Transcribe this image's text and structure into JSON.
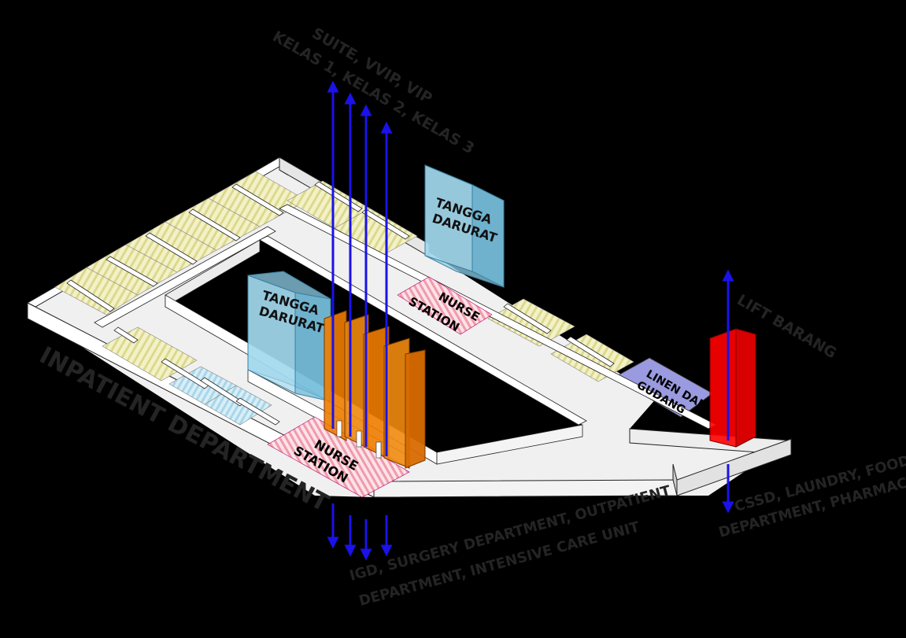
{
  "labels": {
    "department": "INPATIENT DEPARTMENT",
    "upper_floors_line1": "SUITE, VVIP, VIP",
    "upper_floors_line2": "KELAS 1, KELAS 2, KELAS 3",
    "lift": "LIFT BARANG",
    "lower_line1": "IGD, SURGERY DEPARTMENT, OUTPATIENT",
    "lower_line2": "DEPARTMENT, INTENSIVE CARE UNIT",
    "service_line1": "CSSD, LAUNDRY,  FOOD",
    "service_line2": "DEPARTMENT, PHARMACY",
    "stair_north_line1": "TANGGA",
    "stair_north_line2": "DARURAT",
    "stair_south_line1": "TANGGA",
    "stair_south_line2": "DARURAT",
    "nurse_north_line1": "NURSE",
    "nurse_north_line2": "STATION",
    "nurse_south_line1": "NURSE",
    "nurse_south_line2": "STATION",
    "linen_line1": "LINEN DAN",
    "linen_line2": "GUDANG"
  },
  "colors": {
    "background": "#000000",
    "wall_top": "#ffffff",
    "wall_side": "#d9d9d9",
    "floor": "#eeeeee",
    "room_floor": "#f3f1c8",
    "room_stripe": "#d9d68a",
    "stair_box": "#8fd0ea",
    "elevator": "#f07c00",
    "lift": "#ff0000",
    "arrow": "#1a12e8",
    "nurse_hatch": "#f3a9b8",
    "linen": "#8e8ed8",
    "dark_label": "#242424"
  },
  "icons": [
    "up-arrow-icon",
    "down-arrow-icon"
  ]
}
